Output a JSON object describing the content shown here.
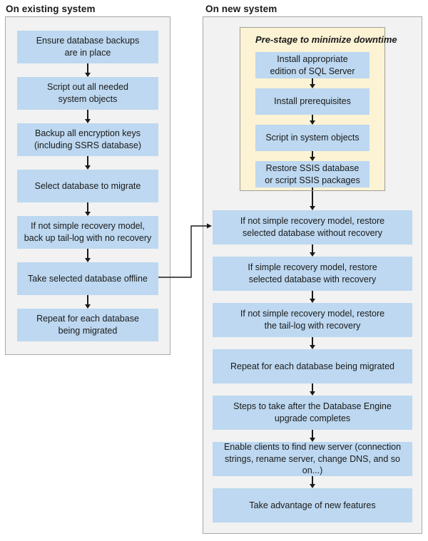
{
  "colors": {
    "box_blue": "#BDD8F0",
    "panel_bg": "#F2F2F2",
    "panel_border": "#A8A8A8",
    "prestage_bg": "#FBF3D4",
    "prestage_border": "#9E9E96",
    "arrow": "#1a1a1a",
    "text": "#1a1a1a"
  },
  "diagram": {
    "type": "flowchart",
    "left_panel": {
      "title": "On existing system",
      "steps": [
        {
          "label": "Ensure database backups\nare in place"
        },
        {
          "label": "Script out all needed\nsystem objects"
        },
        {
          "label": "Backup all encryption keys\n(including SSRS database)"
        },
        {
          "label": "Select database to migrate"
        },
        {
          "label": "If not simple recovery model,\nback up tail-log with no recovery"
        },
        {
          "label": "Take selected database offline"
        },
        {
          "label": "Repeat for each database\nbeing migrated"
        }
      ]
    },
    "right_panel": {
      "title": "On new system",
      "prestage": {
        "title": "Pre-stage to minimize downtime",
        "steps": [
          {
            "label": "Install appropriate\nedition of SQL Server"
          },
          {
            "label": "Install prerequisites"
          },
          {
            "label": "Script in system objects"
          },
          {
            "label": "Restore SSIS database\nor script SSIS packages"
          }
        ]
      },
      "steps": [
        {
          "label": "If not simple recovery model, restore\nselected database without recovery"
        },
        {
          "label": "If simple recovery model, restore\nselected database with recovery"
        },
        {
          "label": "If not simple recovery model, restore\nthe tail-log with recovery"
        },
        {
          "label": "Repeat for each database being migrated"
        },
        {
          "label": "Steps to take after the Database Engine\nupgrade completes"
        },
        {
          "label": "Enable clients to find new server (connection\nstrings, rename server, change DNS, and so on...)"
        },
        {
          "label": "Take advantage of new features"
        }
      ]
    },
    "connector": {
      "from": "Take selected database offline",
      "to": "If not simple recovery model, restore selected database without recovery"
    }
  }
}
